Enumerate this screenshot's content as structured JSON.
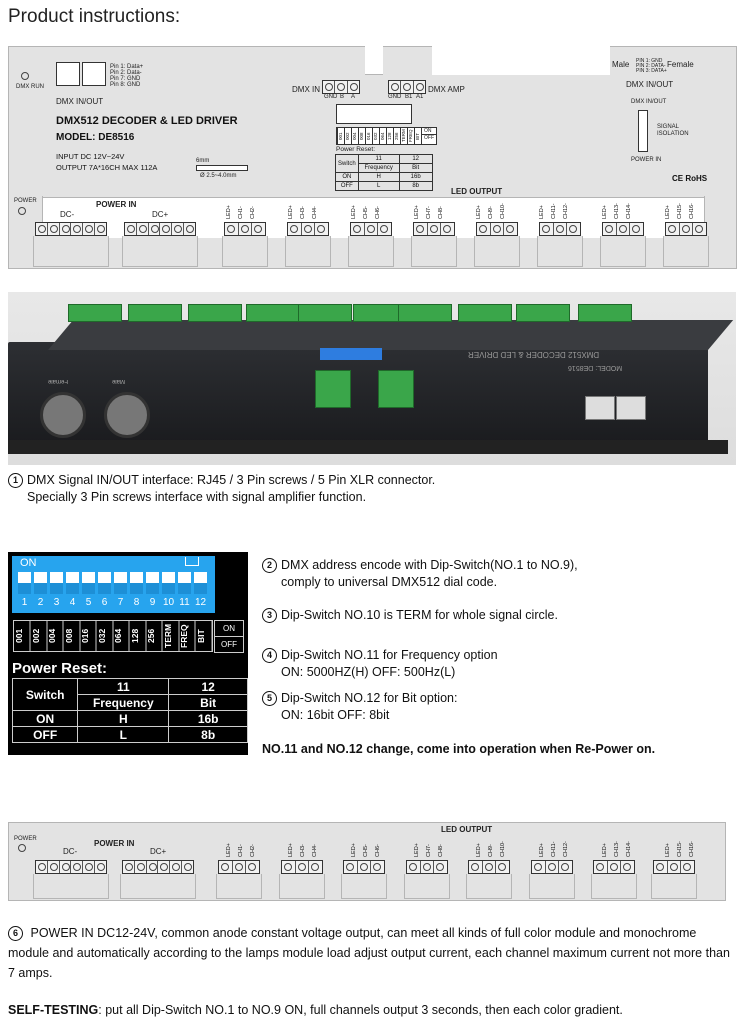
{
  "page_title": "Product instructions:",
  "top_panel": {
    "dmx_run": "DMX RUN",
    "dmx_in_out": "DMX IN/OUT",
    "pin_legend": [
      "Pin 1: Data+",
      "Pin 2: Data-",
      "Pin 7: GND",
      "Pin 8: GND"
    ],
    "product_name": "DMX512 DECODER & LED DRIVER",
    "model": "MODEL: DE8516",
    "input": "INPUT DC 12V~24V",
    "output": "OUTPUT 7A*16CH MAX 112A",
    "wire_len": "6mm",
    "wire_dia": "Ø 2.5~4.0mm",
    "dmx_in": "DMX IN",
    "dmx_in_pins": [
      "GND",
      "B",
      "A"
    ],
    "dmx_amp": "DMX AMP",
    "dmx_amp_pins": [
      "GND",
      "B1",
      "A1"
    ],
    "dip_codes": [
      "001",
      "002",
      "004",
      "008",
      "016",
      "032",
      "064",
      "128",
      "256",
      "TERM",
      "FREQ",
      "BIT"
    ],
    "dip_on": "ON",
    "dip_off": "OFF",
    "power_reset": "Power Reset:",
    "male": "Male",
    "female": "Female",
    "xlr_pins": [
      "PIN 1: GND",
      "PIN 2: DATA-",
      "PIN 3: DATA+"
    ],
    "dmx_in_out_right": "DMX IN/OUT",
    "dmx_in_out_right2": "DMX IN/OUT",
    "signal_isolation": "SIGNAL\nISOLATION",
    "power_in_right": "POWER IN",
    "ce": "CE RoHS",
    "power": "POWER",
    "power_in": "POWER IN",
    "dc_minus": "DC-",
    "dc_plus": "DC+",
    "led_output": "LED OUTPUT",
    "channels": [
      "LED+",
      "CH1-",
      "CH2-",
      "LED+",
      "CH3-",
      "CH4-",
      "LED+",
      "CH5-",
      "CH6-",
      "LED+",
      "CH7-",
      "CH8-",
      "LED+",
      "CH9-",
      "CH10-",
      "LED+",
      "CH11-",
      "CH12-",
      "LED+",
      "CH13-",
      "CH14-",
      "LED+",
      "CH15-",
      "CH16-"
    ]
  },
  "photo": {
    "device_label": "DMX512 DECODER & LED DRIVER",
    "model": "MODEL: DE8516",
    "male": "Male",
    "female": "Female"
  },
  "note1": {
    "num": "1",
    "line1": "DMX Signal IN/OUT interface: RJ45 / 3 Pin screws / 5 Pin XLR connector.",
    "line2": "Specially 3 Pin screws interface with signal amplifier function."
  },
  "dip_photo": {
    "on": "ON",
    "nums": [
      "1",
      "2",
      "3",
      "4",
      "5",
      "6",
      "7",
      "8",
      "9",
      "10",
      "11",
      "12"
    ],
    "codes": [
      "001",
      "002",
      "004",
      "008",
      "016",
      "032",
      "064",
      "128",
      "256",
      "TERM",
      "FREQ",
      "BIT"
    ],
    "on_label": "ON",
    "off_label": "OFF",
    "power_reset": "Power Reset:",
    "table": {
      "switch": "Switch",
      "c11": "11",
      "c12": "12",
      "frequency": "Frequency",
      "bit": "Bit",
      "on": "ON",
      "h": "H",
      "b16": "16b",
      "off": "OFF",
      "l": "L",
      "b8": "8b"
    }
  },
  "notes": [
    {
      "num": "2",
      "lines": [
        "DMX address encode with Dip-Switch(NO.1 to NO.9),",
        "comply to universal DMX512 dial code."
      ]
    },
    {
      "num": "3",
      "lines": [
        "Dip-Switch NO.10 is TERM for whole signal circle."
      ]
    },
    {
      "num": "4",
      "lines": [
        "Dip-Switch NO.11 for Frequency option",
        "ON: 5000HZ(H)    OFF: 500Hz(L)"
      ]
    },
    {
      "num": "5",
      "lines": [
        "Dip-Switch NO.12 for Bit option:",
        "ON: 16bit    OFF: 8bit"
      ]
    }
  ],
  "bold_note": "NO.11 and NO.12 change, come into operation when Re-Power on.",
  "bottom_panel": {
    "power": "POWER",
    "power_in": "POWER IN",
    "dc_minus": "DC-",
    "dc_plus": "DC+",
    "led_output": "LED OUTPUT"
  },
  "note6": {
    "num": "6",
    "text": "POWER IN DC12-24V, common anode constant voltage output, can meet all kinds of full color module and monochrome module and automatically according to the lamps module load adjust output current, each channel maximum current not more than 7 amps."
  },
  "self_test": {
    "label": "SELF-TESTING",
    "text": ": put all Dip-Switch NO.1 to NO.9 ON, full channels output 3 seconds, then each color gradient."
  }
}
